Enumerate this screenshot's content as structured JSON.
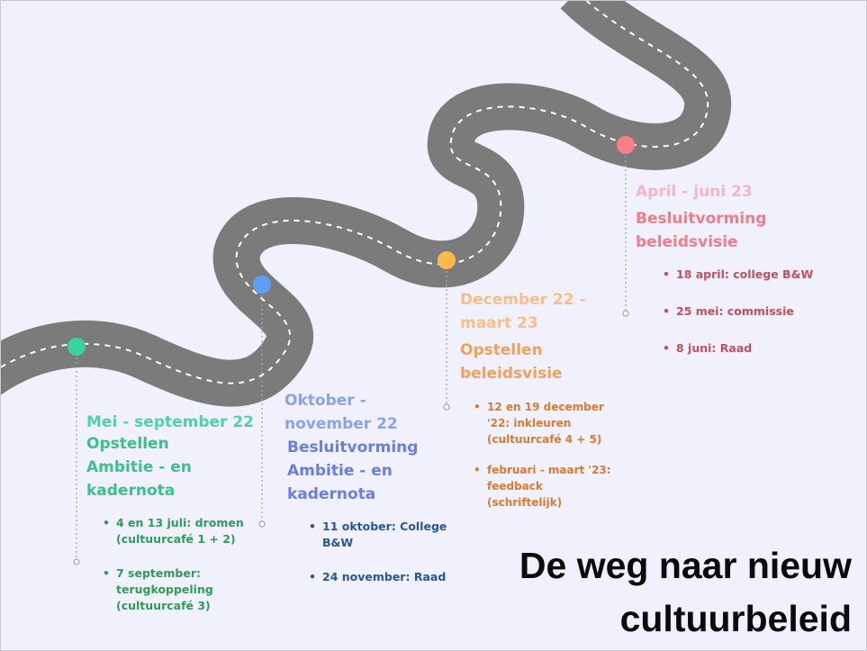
{
  "title_line1": "De weg naar nieuw",
  "title_line2": "cultuurbeleid",
  "milestones": [
    {
      "period": "Mei - september 22",
      "title": "Opstellen Ambitie - en kadernota",
      "color": "#3cc08a",
      "items": [
        "4 en 13 juli: dromen (cultuurcafé 1 + 2)",
        "7 september: terugkoppeling (cultuurcafé 3)"
      ]
    },
    {
      "period": "Oktober - november 22",
      "title": "Besluitvorming Ambitie - en kadernota",
      "color": "#6a7ee1",
      "items": [
        "11 oktober: College B&W",
        "24 november: Raad"
      ]
    },
    {
      "period": "December 22 - maart 23",
      "title": "Opstellen beleidsvisie",
      "color": "#f3a059",
      "items": [
        "12 en 19 december '22: inkleuren (cultuurcafé 4 + 5)",
        "februari - maart '23: feedback (schriftelijk)"
      ]
    },
    {
      "period": "April - juni 23",
      "title": "Besluitvorming beleidsvisie",
      "color": "#ee7d86",
      "items": [
        "18 april: college B&W",
        "25 mei: commissie",
        "8 juni: Raad"
      ]
    }
  ],
  "colors": {
    "road": "#7b7b7b",
    "road_lines": "#ffffff",
    "background": "#f1f0fd",
    "marker_1": "#37d3a0",
    "marker_2": "#5da0f7",
    "marker_3": "#fbb84c",
    "marker_4": "#f77f88"
  }
}
